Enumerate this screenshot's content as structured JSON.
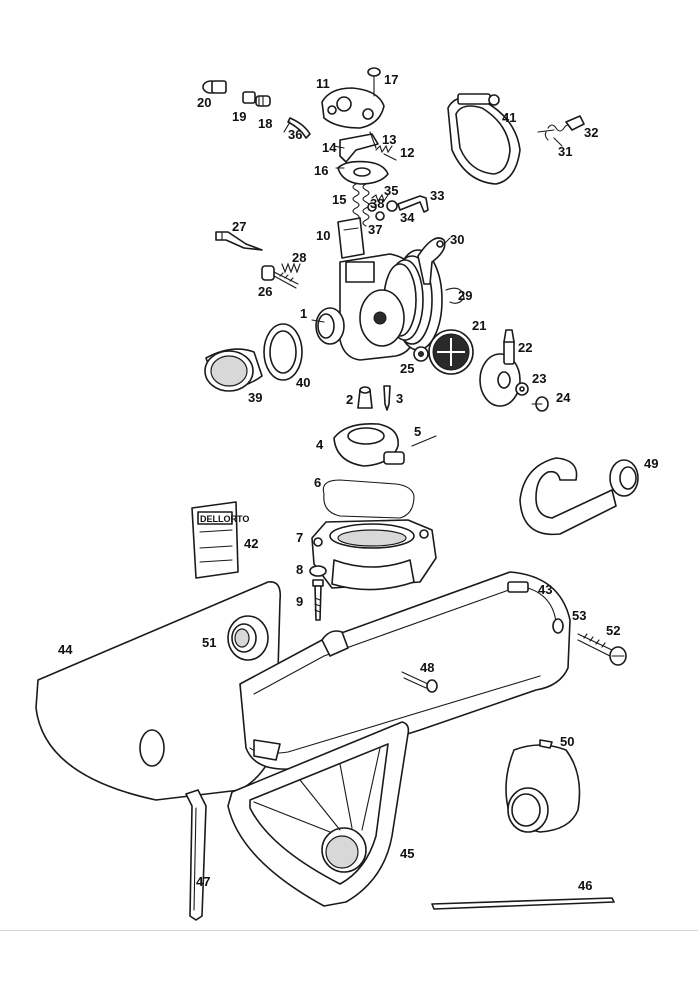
{
  "diagram": {
    "brand_label": "DELLORTO",
    "parts": [
      "1",
      "2",
      "3",
      "4",
      "5",
      "6",
      "7",
      "8",
      "9",
      "10",
      "11",
      "12",
      "13",
      "14",
      "15",
      "16",
      "17",
      "18",
      "19",
      "20",
      "21",
      "22",
      "23",
      "24",
      "25",
      "26",
      "27",
      "28",
      "29",
      "30",
      "31",
      "32",
      "33",
      "34",
      "35",
      "36",
      "37",
      "38",
      "39",
      "40",
      "41",
      "42",
      "43",
      "44",
      "45",
      "46",
      "47",
      "48",
      "49",
      "50",
      "51",
      "52",
      "53"
    ]
  },
  "colors": {
    "line": "#1a1a1a",
    "shade": "#d8d8d8",
    "background": "#ffffff"
  }
}
